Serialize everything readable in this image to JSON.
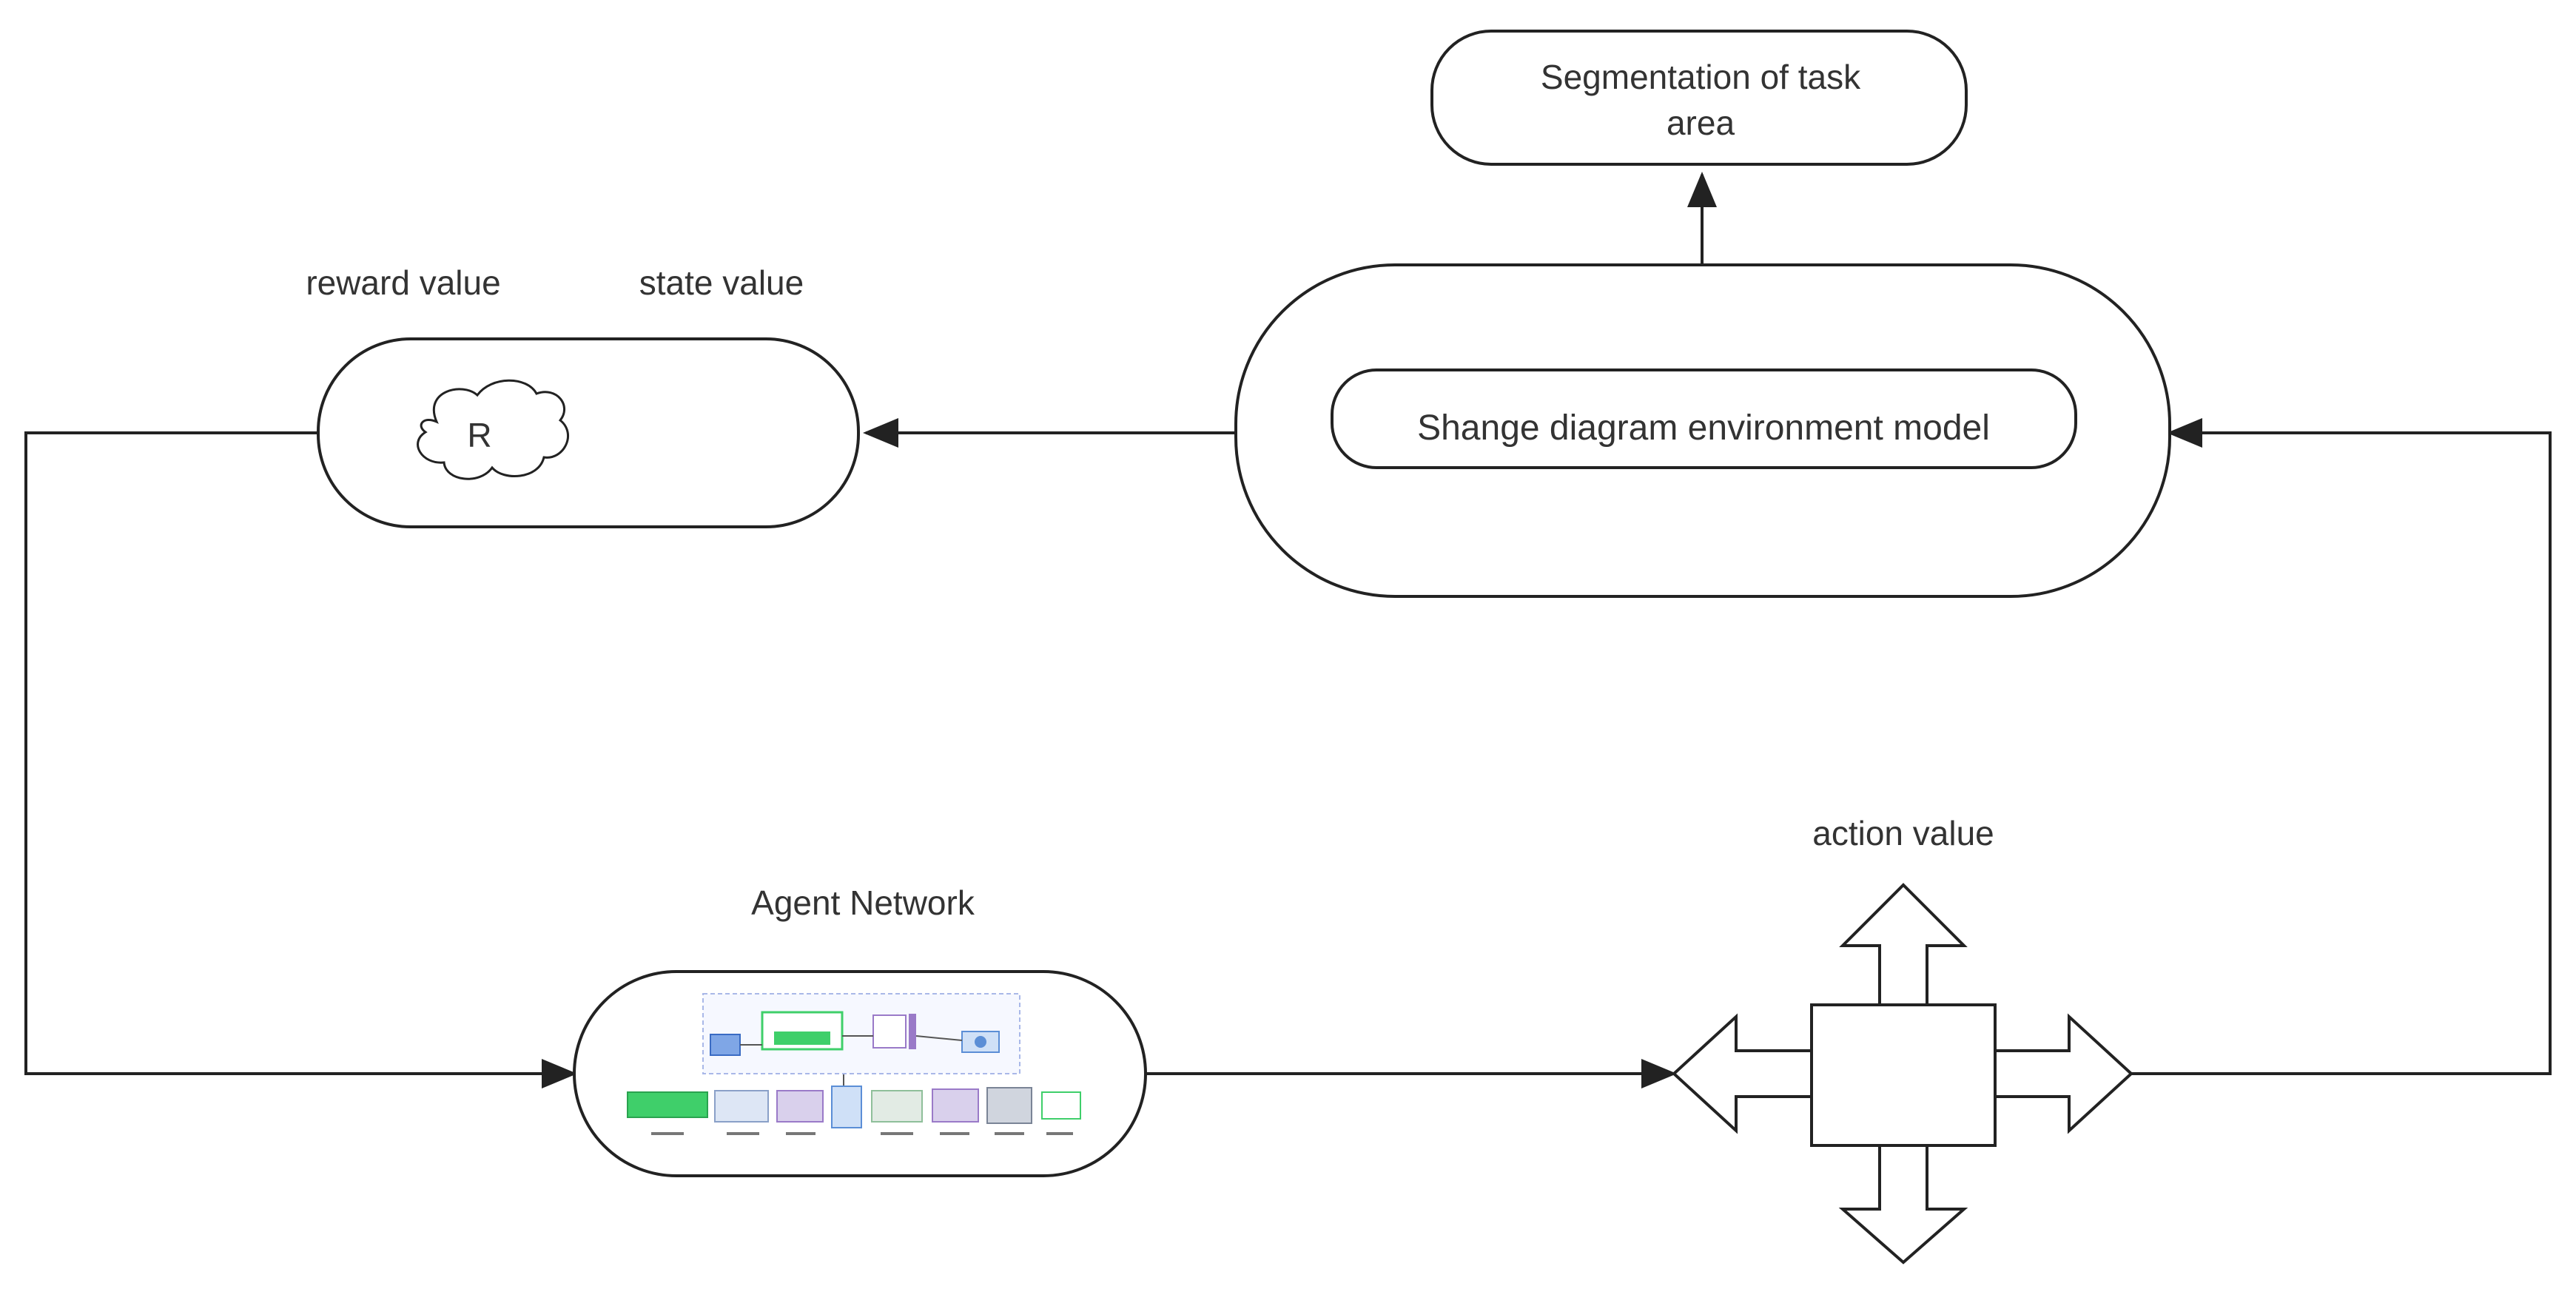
{
  "segmentation": {
    "line1": "Segmentation of task",
    "line2": "area"
  },
  "labels": {
    "reward": "reward value",
    "state": "state value",
    "action": "action value",
    "agent": "Agent Network"
  },
  "reward_cloud": "R",
  "environment": "Shange diagram environment model",
  "colors": {
    "stroke": "#222222",
    "text": "#333333",
    "background": "#ffffff",
    "thumbnail_green": "#3fcf6a",
    "thumbnail_purple": "#9a7ac8",
    "thumbnail_blue": "#5b8ed6",
    "thumbnail_frame": "#a9b8e8"
  }
}
